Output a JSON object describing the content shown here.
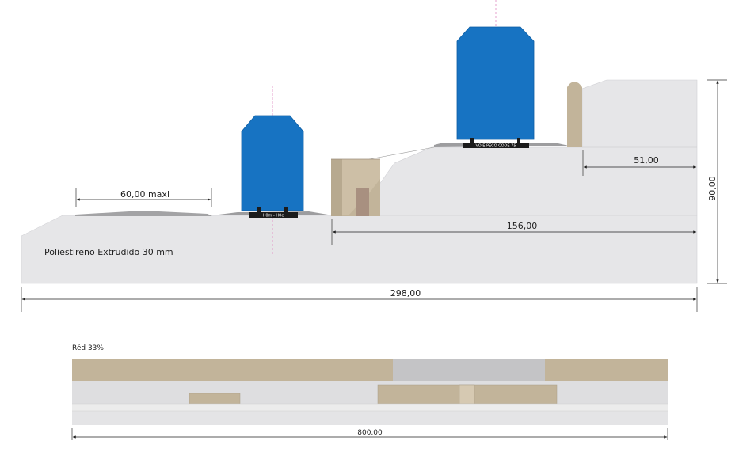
{
  "section": {
    "material_label": "Poliestireno Extrudido 30 mm",
    "dimensions": {
      "road_width": "60,00 maxi",
      "total_width": "298,00",
      "upper_platform_width": "156,00",
      "wall_offset": "51,00",
      "height": "90,00"
    },
    "track_labels": {
      "lower_track": "H0m - H0e",
      "upper_track": "VOIE PECO CODE 75"
    }
  },
  "plan": {
    "scale_label": "Réd 33%",
    "length_label": "800,00"
  },
  "colors": {
    "ground": "#e6e6e8",
    "ground_edge": "#c8c8cc",
    "structure": "#c2b49a",
    "structure_dark": "#9e8f7e",
    "door": "#a89080",
    "wagon": "#1773c2",
    "wagon_edge": "#0e5ea3",
    "rail": "#1b1b1b",
    "ballast": "#8e8e8e",
    "plan_grey": "#c4c4c6",
    "plan_light": "#ececec",
    "axis_line": "#e089c0"
  }
}
